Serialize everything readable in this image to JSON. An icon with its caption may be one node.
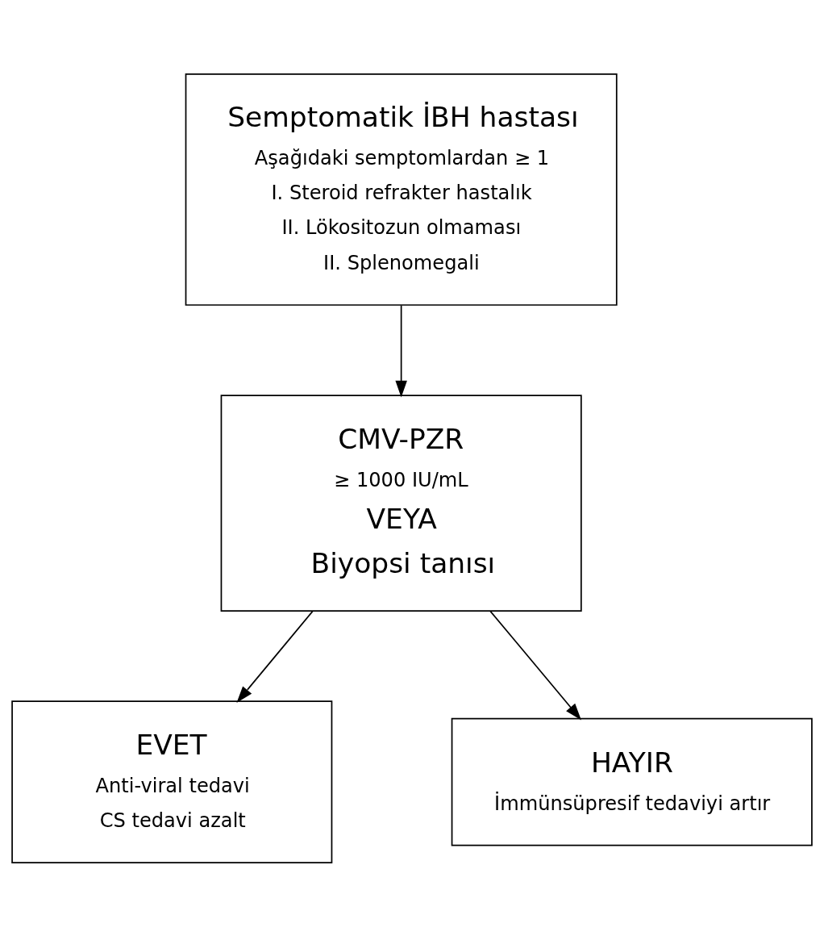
{
  "diagram": {
    "nodes": [
      {
        "text": [
          "Semptomatik İBH hastası",
          "Aşağıdaki semptomlardan ≥ 1",
          "I. Steroid refrakter hastalık",
          "II. Lökositozun olmaması",
          "II. Splenomegali"
        ]
      },
      {
        "text": [
          "CMV-PZR",
          "≥ 1000 IU/mL",
          "VEYA",
          "Biyopsi tanısı"
        ]
      },
      {
        "text": [
          "EVET",
          "Anti-viral tedavi",
          "CS tedavi azalt"
        ]
      },
      {
        "text": [
          "HAYIR",
          "İmmünsüpresif tedaviyi artır"
        ]
      }
    ],
    "edges": [
      {
        "from": 0,
        "to": 1,
        "arrow": "to"
      },
      {
        "from": 1,
        "to": 2,
        "arrow": "to"
      },
      {
        "from": 1,
        "to": 3,
        "arrow": "to"
      }
    ]
  }
}
